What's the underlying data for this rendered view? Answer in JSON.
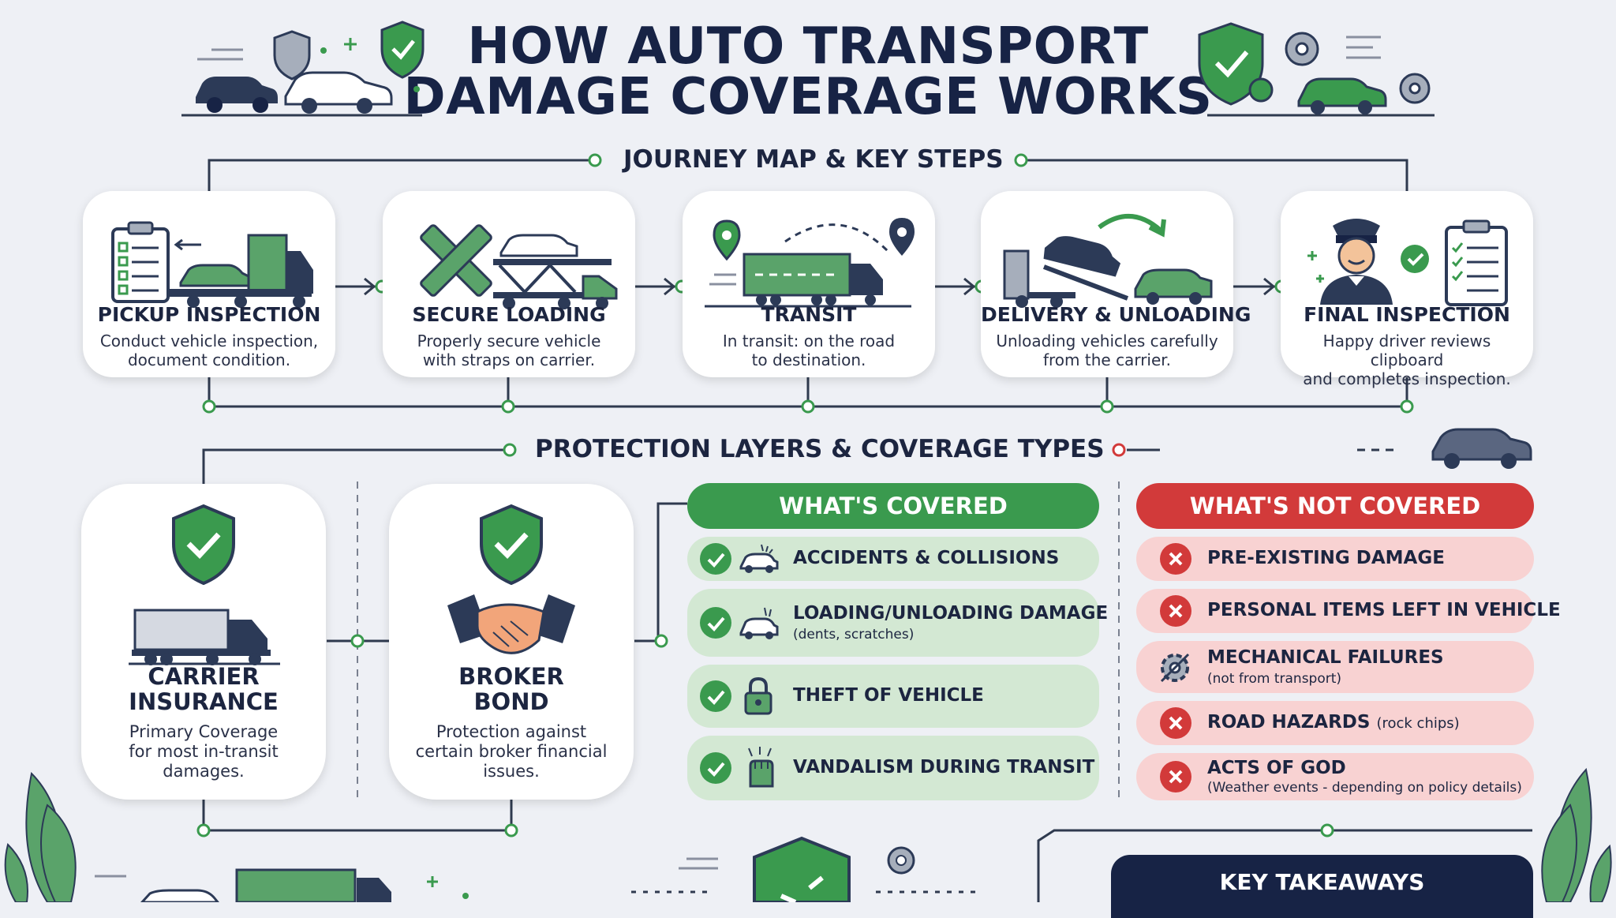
{
  "title": {
    "line1": "HOW AUTO TRANSPORT",
    "line2": "DAMAGE COVERAGE WORKS"
  },
  "journey": {
    "heading": "JOURNEY MAP & KEY STEPS",
    "steps": [
      {
        "title": "PICKUP INSPECTION",
        "desc1": "Conduct vehicle inspection,",
        "desc2": "document condition."
      },
      {
        "title": "SECURE LOADING",
        "desc1": "Properly secure vehicle",
        "desc2": "with straps on carrier."
      },
      {
        "title": "TRANSIT",
        "desc1": "In transit: on the road",
        "desc2": "to destination."
      },
      {
        "title": "DELIVERY & UNLOADING",
        "desc1": "Unloading vehicles carefully",
        "desc2": "from the carrier."
      },
      {
        "title": "FINAL INSPECTION",
        "desc1": "Happy driver reviews clipboard",
        "desc2": "and completes inspection."
      }
    ]
  },
  "protection": {
    "heading": "PROTECTION LAYERS & COVERAGE TYPES",
    "cards": [
      {
        "title1": "CARRIER",
        "title2": "INSURANCE",
        "desc1": "Primary Coverage",
        "desc2": "for most in-transit",
        "desc3": "damages."
      },
      {
        "title1": "BROKER",
        "title2": "BOND",
        "desc1": "Protection against",
        "desc2": "certain broker financial",
        "desc3": "issues."
      }
    ],
    "covered": {
      "heading": "WHAT'S COVERED",
      "items": [
        {
          "label": "ACCIDENTS & COLLISIONS"
        },
        {
          "label": "LOADING/UNLOADING DAMAGE",
          "sub": "(dents, scratches)"
        },
        {
          "label": "THEFT OF VEHICLE"
        },
        {
          "label": "VANDALISM DURING TRANSIT"
        }
      ]
    },
    "not_covered": {
      "heading": "WHAT'S NOT COVERED",
      "items": [
        {
          "label": "PRE-EXISTING DAMAGE"
        },
        {
          "label": "PERSONAL ITEMS LEFT IN VEHICLE"
        },
        {
          "label": "MECHANICAL FAILURES",
          "sub": "(not from transport)"
        },
        {
          "label": "ROAD HAZARDS",
          "inline_sub": "(rock chips)"
        },
        {
          "label": "ACTS OF GOD",
          "sub": "(Weather events - depending on policy details)"
        }
      ]
    }
  },
  "key_takeaways": {
    "heading": "KEY TAKEAWAYS"
  },
  "colors": {
    "navy": "#172345",
    "green": "#3a9a4e",
    "green_light": "#d3e8d3",
    "red": "#d23a3a",
    "red_light": "#f8d2d2",
    "background": "#eef0f5"
  }
}
